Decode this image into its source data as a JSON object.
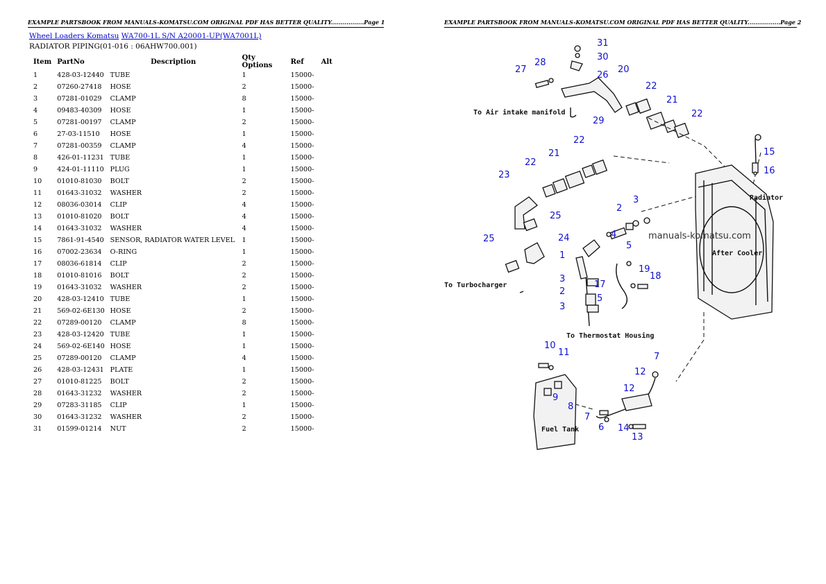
{
  "header": {
    "left": "EXAMPLE PARTSBOOK FROM MANUALS-KOMATSU.COM ORIGINAL PDF HAS BETTER QUALITY.................Page 1",
    "right": "EXAMPLE PARTSBOOK FROM MANUALS-KOMATSU.COM ORIGINAL PDF HAS BETTER QUALITY.................Page 2"
  },
  "breadcrumb": {
    "category": "Wheel Loaders Komatsu",
    "model": "WA700-1L S/N A20001-UP(WA7001L)"
  },
  "section_title": "RADIATOR PIPING(01-016 : 06AHW700.001)",
  "columns": {
    "item": "Item",
    "partno": "PartNo",
    "description": "Description",
    "qty_options": "Qty Options",
    "ref": "Ref",
    "alt": "Alt"
  },
  "parts": [
    {
      "item": "1",
      "partno": "428-03-12440",
      "desc": "TUBE",
      "qty": "1",
      "ref": "15000-"
    },
    {
      "item": "2",
      "partno": "07260-27418",
      "desc": "HOSE",
      "qty": "2",
      "ref": "15000-"
    },
    {
      "item": "3",
      "partno": "07281-01029",
      "desc": "CLAMP",
      "qty": "8",
      "ref": "15000-"
    },
    {
      "item": "4",
      "partno": "09483-40309",
      "desc": "HOSE",
      "qty": "1",
      "ref": "15000-"
    },
    {
      "item": "5",
      "partno": "07281-00197",
      "desc": "CLAMP",
      "qty": "2",
      "ref": "15000-"
    },
    {
      "item": "6",
      "partno": "27-03-11510",
      "desc": "HOSE",
      "qty": "1",
      "ref": "15000-"
    },
    {
      "item": "7",
      "partno": "07281-00359",
      "desc": "CLAMP",
      "qty": "4",
      "ref": "15000-"
    },
    {
      "item": "8",
      "partno": "426-01-11231",
      "desc": "TUBE",
      "qty": "1",
      "ref": "15000-"
    },
    {
      "item": "9",
      "partno": "424-01-11110",
      "desc": "PLUG",
      "qty": "1",
      "ref": "15000-"
    },
    {
      "item": "10",
      "partno": "01010-81030",
      "desc": "BOLT",
      "qty": "2",
      "ref": "15000-"
    },
    {
      "item": "11",
      "partno": "01643-31032",
      "desc": "WASHER",
      "qty": "2",
      "ref": "15000-"
    },
    {
      "item": "12",
      "partno": "08036-03014",
      "desc": "CLIP",
      "qty": "4",
      "ref": "15000-"
    },
    {
      "item": "13",
      "partno": "01010-81020",
      "desc": "BOLT",
      "qty": "4",
      "ref": "15000-"
    },
    {
      "item": "14",
      "partno": "01643-31032",
      "desc": "WASHER",
      "qty": "4",
      "ref": "15000-"
    },
    {
      "item": "15",
      "partno": "7861-91-4540",
      "desc": "SENSOR, RADIATOR WATER LEVEL",
      "qty": "1",
      "ref": "15000-"
    },
    {
      "item": "16",
      "partno": "07002-23634",
      "desc": "O-RING",
      "qty": "1",
      "ref": "15000-"
    },
    {
      "item": "17",
      "partno": "08036-61814",
      "desc": "CLIP",
      "qty": "2",
      "ref": "15000-"
    },
    {
      "item": "18",
      "partno": "01010-81016",
      "desc": "BOLT",
      "qty": "2",
      "ref": "15000-"
    },
    {
      "item": "19",
      "partno": "01643-31032",
      "desc": "WASHER",
      "qty": "2",
      "ref": "15000-"
    },
    {
      "item": "20",
      "partno": "428-03-12410",
      "desc": "TUBE",
      "qty": "1",
      "ref": "15000-"
    },
    {
      "item": "21",
      "partno": "569-02-6E130",
      "desc": "HOSE",
      "qty": "2",
      "ref": "15000-"
    },
    {
      "item": "22",
      "partno": "07289-00120",
      "desc": "CLAMP",
      "qty": "8",
      "ref": "15000-"
    },
    {
      "item": "23",
      "partno": "428-03-12420",
      "desc": "TUBE",
      "qty": "1",
      "ref": "15000-"
    },
    {
      "item": "24",
      "partno": "569-02-6E140",
      "desc": "HOSE",
      "qty": "1",
      "ref": "15000-"
    },
    {
      "item": "25",
      "partno": "07289-00120",
      "desc": "CLAMP",
      "qty": "4",
      "ref": "15000-"
    },
    {
      "item": "26",
      "partno": "428-03-12431",
      "desc": "PLATE",
      "qty": "1",
      "ref": "15000-"
    },
    {
      "item": "27",
      "partno": "01010-81225",
      "desc": "BOLT",
      "qty": "2",
      "ref": "15000-"
    },
    {
      "item": "28",
      "partno": "01643-31232",
      "desc": "WASHER",
      "qty": "2",
      "ref": "15000-"
    },
    {
      "item": "29",
      "partno": "07283-31185",
      "desc": "CLIP",
      "qty": "1",
      "ref": "15000-"
    },
    {
      "item": "30",
      "partno": "01643-31232",
      "desc": "WASHER",
      "qty": "2",
      "ref": "15000-"
    },
    {
      "item": "31",
      "partno": "01599-01214",
      "desc": "NUT",
      "qty": "2",
      "ref": "15000-"
    }
  ],
  "diagram": {
    "notes": {
      "air_intake": "To Air intake manifold",
      "radiator": "Radiator",
      "turbocharger": "To Turbocharger",
      "after_cooler": "After Cooler",
      "thermostat": "To Thermostat Housing",
      "fuel_tank": "Fuel Tank"
    },
    "watermark": "manuals-komatsu.com",
    "label_color": "#1010d0",
    "callouts": [
      "31",
      "30",
      "28",
      "27",
      "26",
      "20",
      "29",
      "22",
      "21",
      "22",
      "15",
      "16",
      "22",
      "21",
      "23",
      "22",
      "25",
      "2",
      "3",
      "4",
      "5",
      "1",
      "19",
      "18",
      "3",
      "2",
      "17",
      "3",
      "5",
      "25",
      "24",
      "10",
      "11",
      "7",
      "12",
      "12",
      "9",
      "8",
      "7",
      "6",
      "14",
      "13"
    ]
  }
}
